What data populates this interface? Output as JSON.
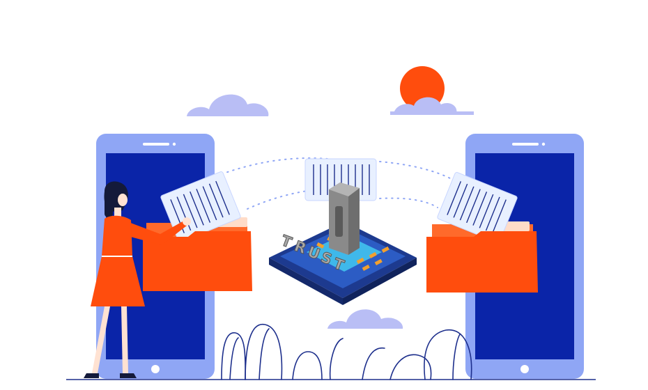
{
  "illustration": {
    "chip": {
      "text": "TRUST",
      "letters": [
        "T",
        "R",
        "U",
        "S",
        "T"
      ]
    },
    "colors": {
      "phone_frame": "#8fa6f5",
      "phone_screen": "#0a24a8",
      "folder": "#ff4d0d",
      "folder_back": "#ff6a2b",
      "document": "#e8f0ff",
      "document_lines": "#1d2f8c",
      "cloud": "#b9bef5",
      "sun": "#ff4d0d",
      "chip_base": "#1d3a8f",
      "chip_top": "#2c5cc4",
      "pad": "#3fb8ea",
      "pins": "#f2a02e",
      "stone": "#8c8c8c",
      "woman_dress": "#ff4d0d",
      "woman_hair": "#141a3a",
      "outline": "#1d2f8c"
    },
    "icons": [
      "phone-icon",
      "folder-icon",
      "document-icon",
      "cloud-icon",
      "sun-icon",
      "chip-icon",
      "person-icon",
      "plant-icon"
    ]
  }
}
